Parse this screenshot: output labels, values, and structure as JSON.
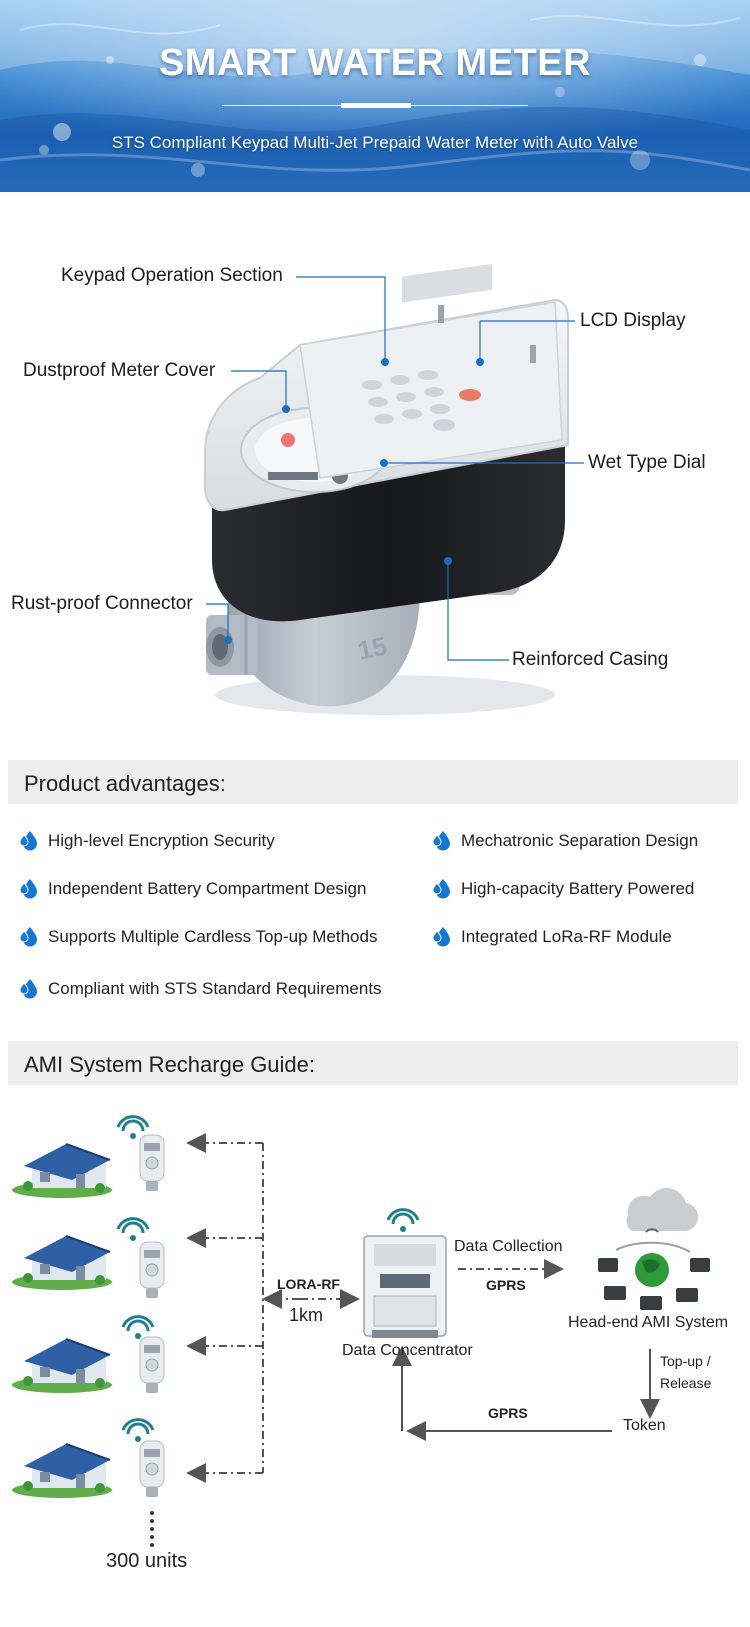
{
  "banner": {
    "title": "SMART WATER METER",
    "subtitle": "STS Compliant Keypad Multi-Jet Prepaid Water Meter with Auto Valve"
  },
  "meter_callouts": {
    "keypad": "Keypad Operation Section",
    "lcd": "LCD Display",
    "cover": "Dustproof Meter Cover",
    "dial": "Wet Type Dial",
    "connector": "Rust-proof Connector",
    "casing": "Reinforced Casing"
  },
  "meter_body_text": "15",
  "advantages": {
    "heading": "Product advantages:",
    "items": [
      "High-level Encryption Security",
      "Mechatronic Separation Design",
      "Independent Battery Compartment Design",
      "High-capacity Battery Powered",
      "Supports Multiple Cardless Top-up Methods",
      "Integrated LoRa-RF Module",
      "Compliant with STS Standard Requirements"
    ]
  },
  "ami": {
    "heading": "AMI System Recharge Guide:",
    "lora_label": "LORA-RF",
    "distance_label": "1km",
    "concentrator_label": "Data Concentrator",
    "data_collection_label": "Data Collection",
    "gprs_top_label": "GPRS",
    "headend_label": "Head-end AMI System",
    "topup_label_1": "Top-up /",
    "topup_label_2": "Release",
    "gprs_bottom_label": "GPRS",
    "token_label": "Token",
    "units_label": "300 units"
  },
  "colors": {
    "accent_blue": "#1b6fc2",
    "drop_blue": "#1677d2",
    "section_bg": "#eeeeee"
  }
}
